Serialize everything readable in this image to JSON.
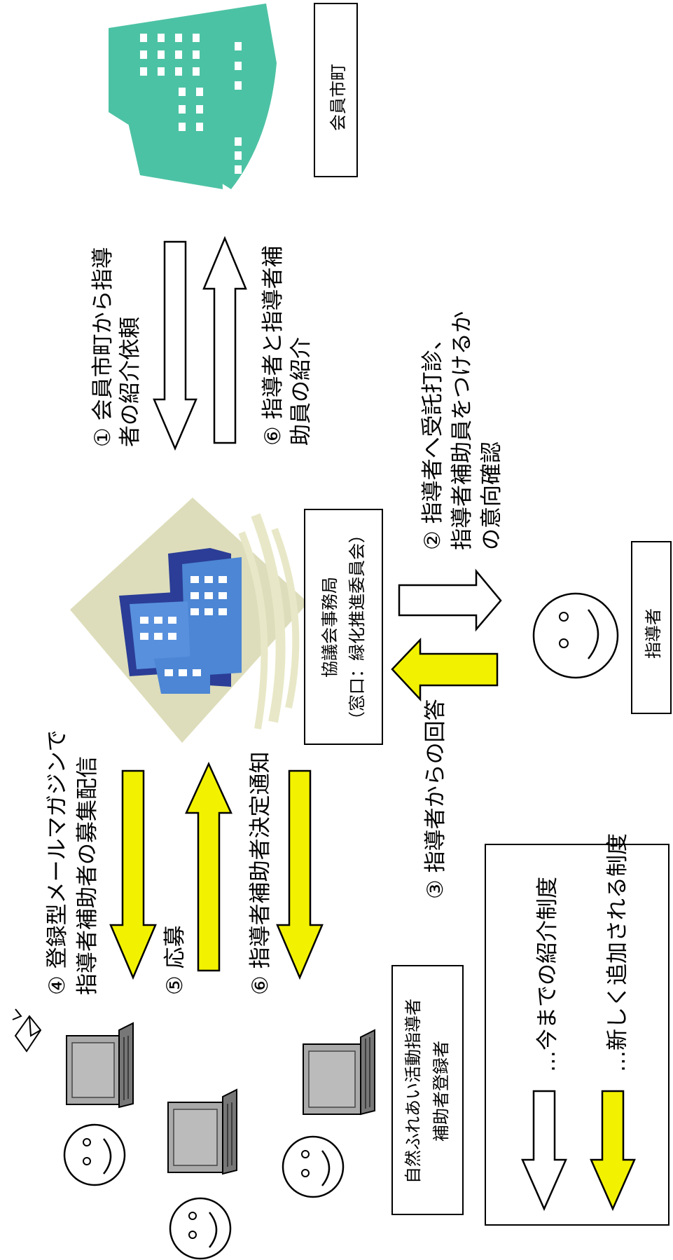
{
  "diagram": {
    "member_city_box": "会員市町",
    "secretariat_line1": "協議会事務局",
    "secretariat_line2": "（窓口：緑化推進委員会）",
    "instructor_box": "指導者",
    "registrants_line1": "自然ふれあい活動指導者",
    "registrants_line2": "補助者登録者",
    "step1_line1": "① 会員市町から指導",
    "step1_line2": "者の紹介依頼",
    "step6a_line1": "⑥ 指導者と指導者補",
    "step6a_line2": "助員の紹介",
    "step2_line1": "② 指導者へ受託打診、",
    "step2_line2": "指導者補助員をつけるか",
    "step2_line3": "の意向確認",
    "step3": "③ 指導者からの回答",
    "step4_line1": "④ 登録型メールマガジンで",
    "step4_line2": "指導者補助者の募集配信",
    "step5": "⑤ 応募",
    "step6b": "⑥ 指導者補助者決定通知",
    "legend_existing": "…今までの紹介制度",
    "legend_new": "…新しく追加される制度"
  },
  "colors": {
    "new_system_arrow": "#f2f200",
    "existing_arrow": "#ffffff",
    "city_building": "#4cc2a4",
    "office_building": "#3d6fc6"
  }
}
